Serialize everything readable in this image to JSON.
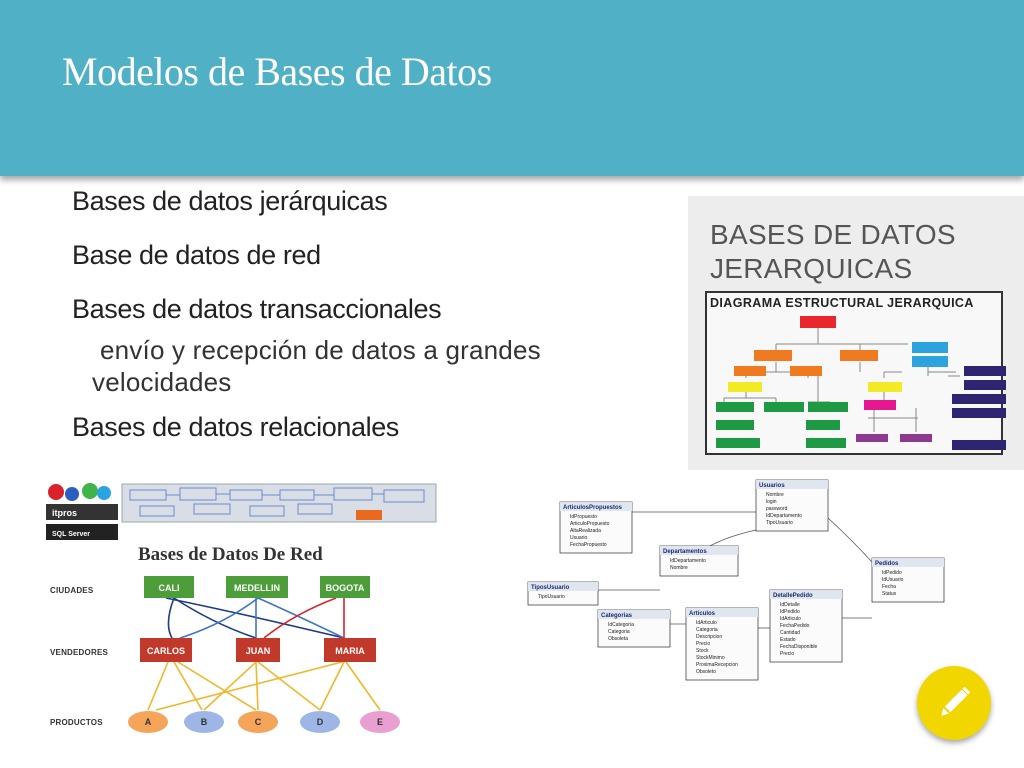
{
  "slide": {
    "title": "Modelos de Bases de Datos",
    "header_color": "#4fb0c6"
  },
  "bullets": [
    "Bases de datos jerárquicas",
    "Base de datos de red",
    "Bases de datos transaccionales",
    "Bases de datos relacionales"
  ],
  "sub_bullet": {
    "line1": "envío y recepción de datos a grandes",
    "line2": "velocidades"
  },
  "hierarchical_image": {
    "title_line1": "BASES DE DATOS",
    "title_line2": "JERARQUICAS",
    "subtitle": "DIAGRAMA ESTRUCTURAL JERARQUICA"
  },
  "network_image": {
    "title": "Bases de Datos De Red",
    "logo_text": "itpros",
    "sql_text": "SQL Server",
    "rows": [
      "CIUDADES",
      "VENDEDORES",
      "PRODUCTOS"
    ],
    "cities": [
      "CALI",
      "MEDELLIN",
      "BOGOTA"
    ],
    "sellers": [
      "CARLOS",
      "JUAN",
      "MARIA"
    ],
    "products": [
      "A",
      "B",
      "C",
      "D",
      "E"
    ]
  },
  "erd_image": {
    "tables": [
      {
        "name": "ArticulosPropuestos",
        "fields": [
          "IdPropuesto",
          "ArticuloPropuesto",
          "AltaRealizada",
          "Usuario",
          "FechaPropuesto"
        ]
      },
      {
        "name": "Usuarios",
        "fields": [
          "Nombre",
          "login",
          "password",
          "IdDepartamento",
          "TipoUsuario"
        ]
      },
      {
        "name": "Departamentos",
        "fields": [
          "IdDepartamento",
          "Nombre"
        ]
      },
      {
        "name": "Pedidos",
        "fields": [
          "IdPedido",
          "IdUsuario",
          "Fecha",
          "Status"
        ]
      },
      {
        "name": "TiposUsuario",
        "fields": [
          "TipoUsuario"
        ]
      },
      {
        "name": "Categorias",
        "fields": [
          "IdCategoria",
          "Categoria",
          "Obsoleta"
        ]
      },
      {
        "name": "Articulos",
        "fields": [
          "IdArticulo",
          "Categoria",
          "Descripcion",
          "Precio",
          "Stock",
          "StockMinimo",
          "ProximaRecepcion",
          "Obsoleto"
        ]
      },
      {
        "name": "DetallePedido",
        "fields": [
          "IdDetalle",
          "IdPedido",
          "IdArticulo",
          "FechaPedido",
          "Cantidad",
          "Estado",
          "FechaDisponible",
          "Precio"
        ]
      }
    ]
  },
  "fab": {
    "icon": "pencil-icon",
    "color": "#f2d600"
  }
}
